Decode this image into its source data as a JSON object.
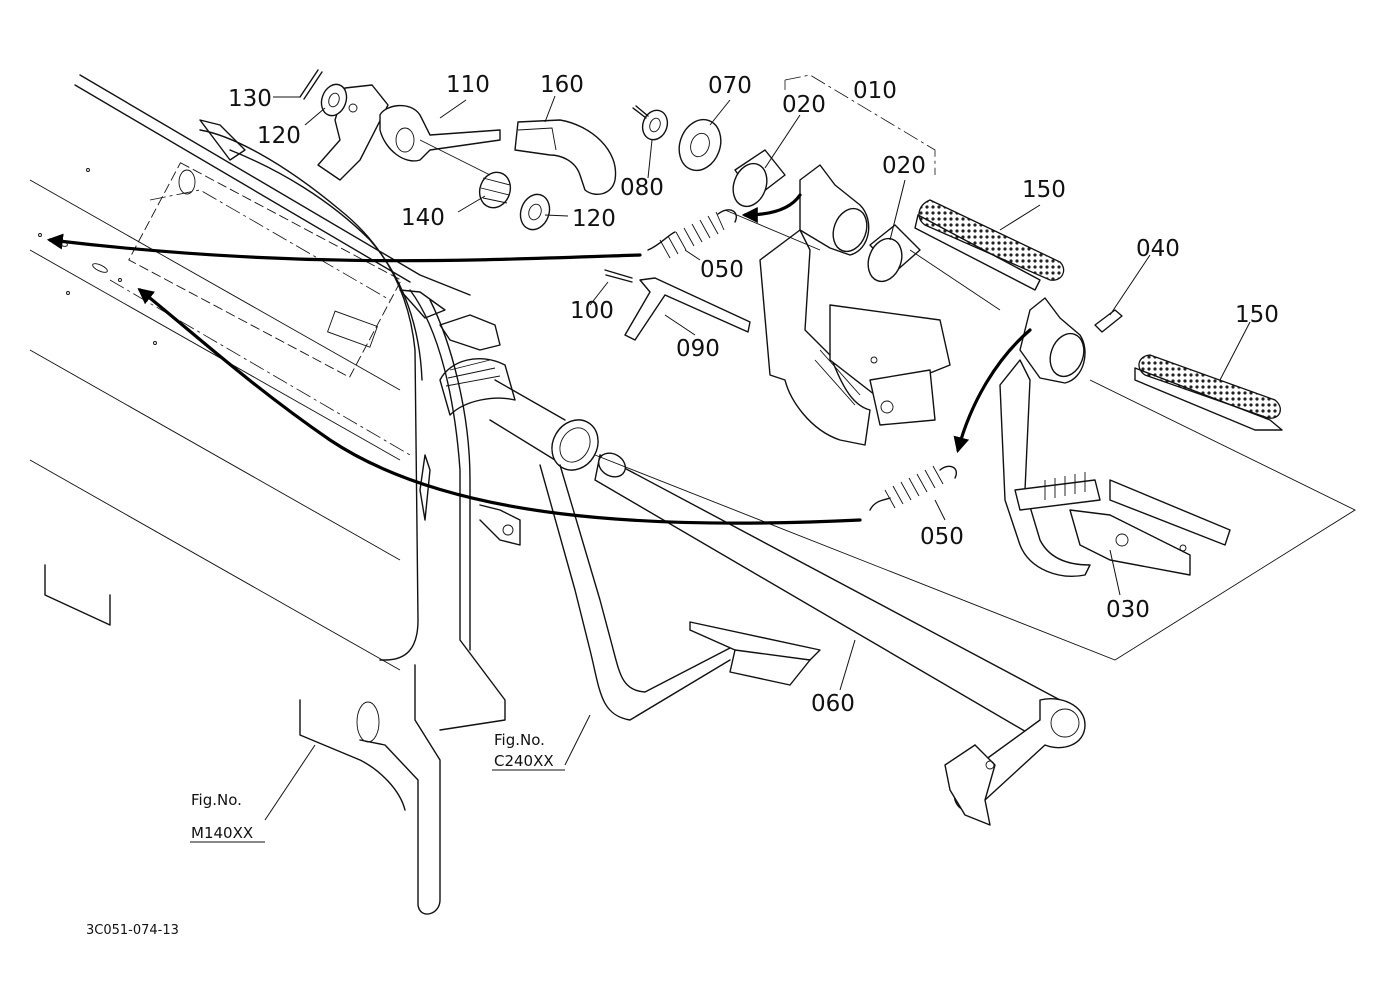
{
  "parts": [
    {
      "label": "130"
    },
    {
      "label": "120"
    },
    {
      "label": "110"
    },
    {
      "label": "160"
    },
    {
      "label": "140"
    },
    {
      "label": "120"
    },
    {
      "label": "080"
    },
    {
      "label": "070"
    },
    {
      "label": "020"
    },
    {
      "label": "010"
    },
    {
      "label": "020"
    },
    {
      "label": "150"
    },
    {
      "label": "050"
    },
    {
      "label": "100"
    },
    {
      "label": "090"
    },
    {
      "label": "040"
    },
    {
      "label": "150"
    },
    {
      "label": "050"
    },
    {
      "label": "030"
    },
    {
      "label": "060"
    }
  ],
  "fig_refs": [
    {
      "line1": "Fig.No.",
      "line2": "C240XX"
    },
    {
      "line1": "Fig.No.",
      "line2": "M140XX"
    }
  ],
  "drawing_code": "3C051-074-13"
}
